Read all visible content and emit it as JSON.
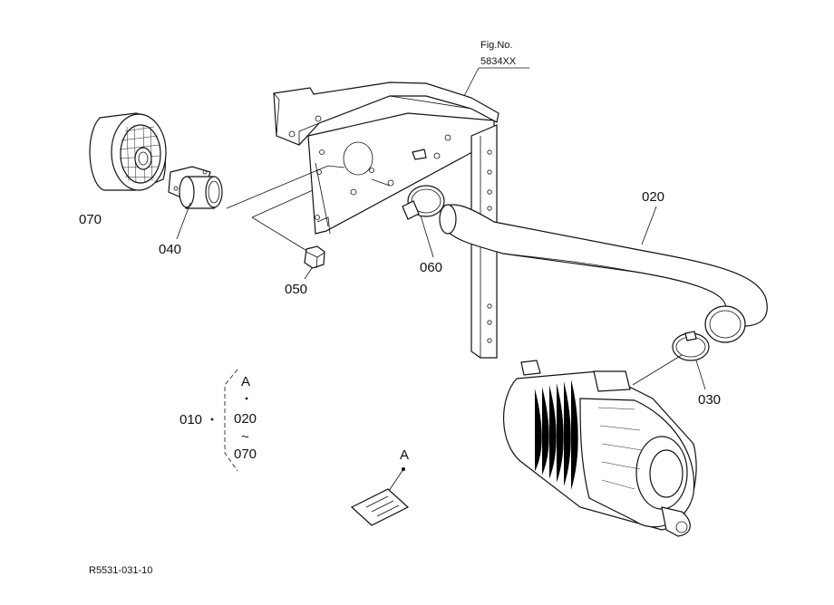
{
  "figure": {
    "fig_label": "Fig.No.",
    "fig_number": "5834XX",
    "drawing_code": "R5531-031-10"
  },
  "callouts": [
    {
      "id": "p070",
      "text": "070"
    },
    {
      "id": "p040",
      "text": "040"
    },
    {
      "id": "p050",
      "text": "050"
    },
    {
      "id": "p060",
      "text": "060"
    },
    {
      "id": "p020",
      "text": "020"
    },
    {
      "id": "p030",
      "text": "030"
    }
  ],
  "assembly_note": {
    "code": "010",
    "ref": "A",
    "range_start": "020",
    "range_sep": "~",
    "range_end": "070"
  },
  "ref_marker": {
    "text": "A"
  }
}
